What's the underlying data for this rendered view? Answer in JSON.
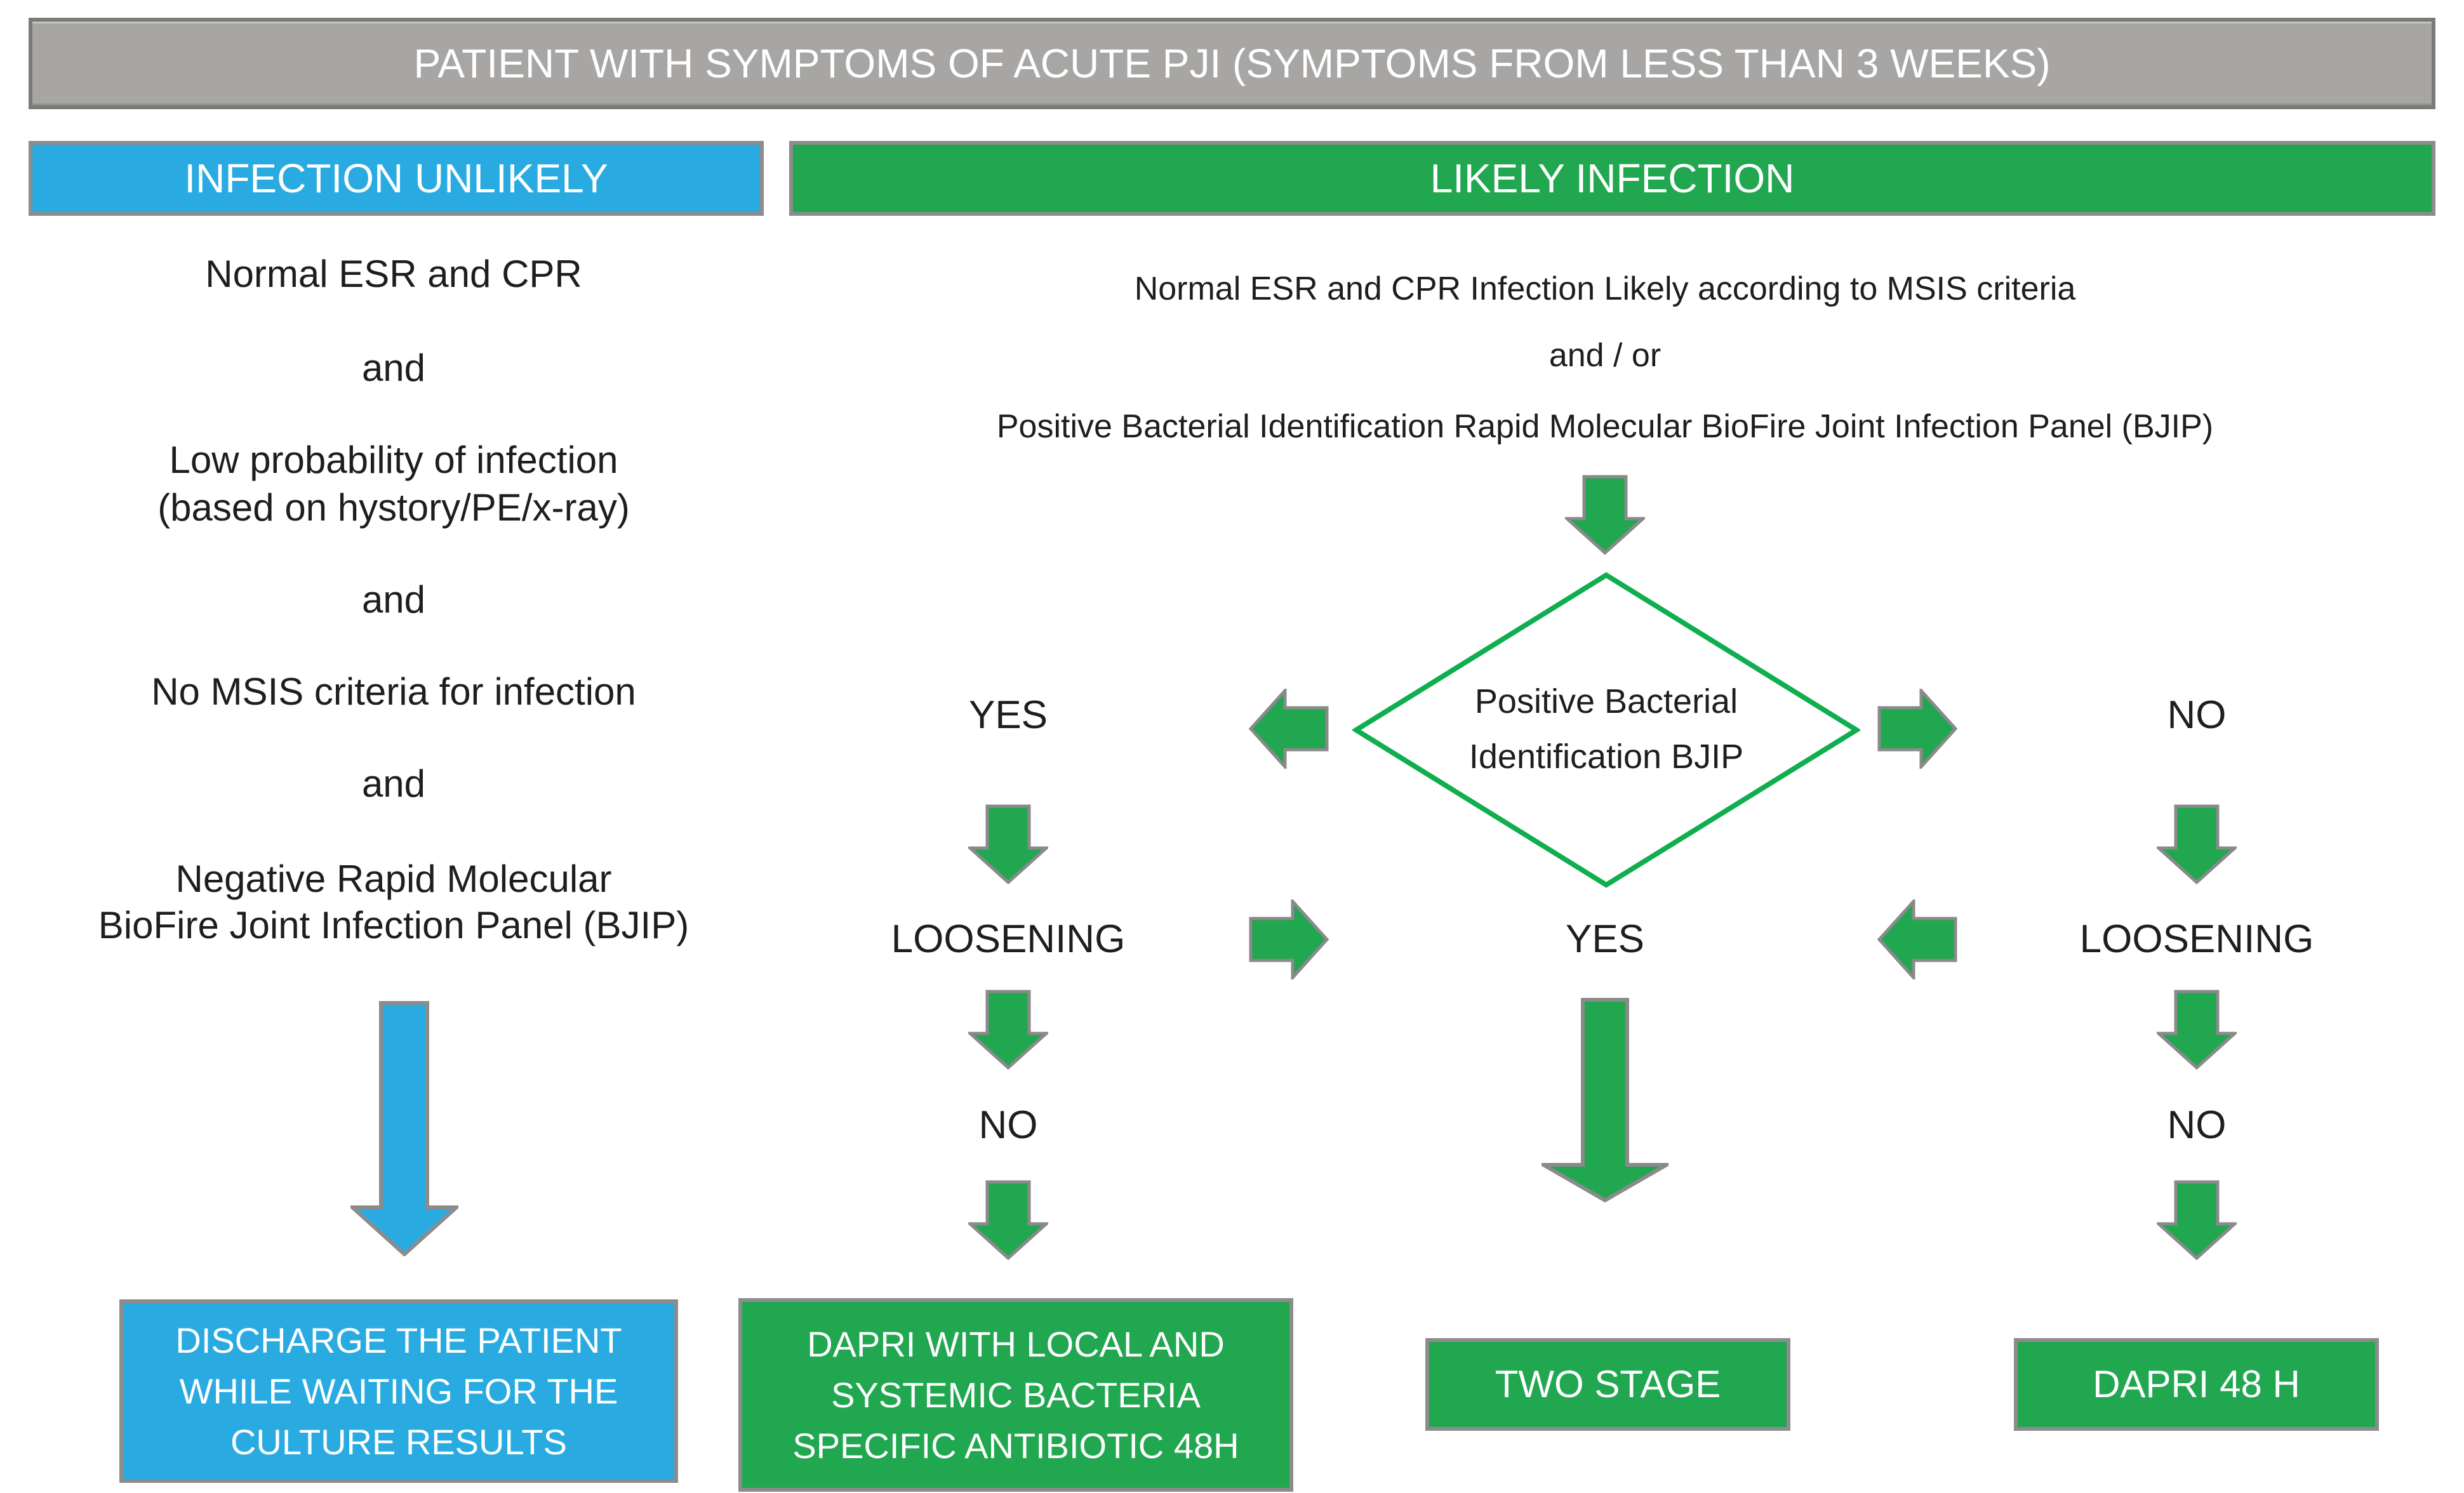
{
  "header": {
    "title": "PATIENT WITH SYMPTOMS OF ACUTE PJI (SYMPTOMS FROM LESS THAN 3 WEEKS)"
  },
  "colors": {
    "banner_gray": "#a8a6a4",
    "blue": "#29abe2",
    "green": "#21a750",
    "diamond_green": "#0fae4e",
    "border_gray": "#8c8c8c"
  },
  "branches": {
    "unlikely": {
      "label": "INFECTION UNLIKELY",
      "lines": [
        "Normal ESR and CPR",
        "and",
        "Low probability of infection",
        "(based on hystory/PE/x-ray)",
        "and",
        "No MSIS criteria for infection",
        "and",
        "Negative Rapid Molecular",
        "BioFire Joint Infection Panel (BJIP)"
      ],
      "outcome_lines": [
        "DISCHARGE THE PATIENT",
        "WHILE WAITING FOR THE",
        "CULTURE RESULTS"
      ]
    },
    "likely": {
      "label": "LIKELY INFECTION",
      "lines": [
        "Normal ESR and CPR Infection Likely according to MSIS criteria",
        "and / or",
        "Positive Bacterial Identification Rapid Molecular  BioFire Joint Infection Panel (BJIP)"
      ],
      "decision": {
        "line1": "Positive Bacterial",
        "line2": "Identification BJIP"
      },
      "labels": {
        "yes": "YES",
        "no": "NO",
        "loosening": "LOOSENING"
      },
      "outcomes": {
        "dapri_local_lines": [
          "DAPRI WITH LOCAL AND",
          "SYSTEMIC BACTERIA",
          "SPECIFIC ANTIBIOTIC 48H"
        ],
        "two_stage": "TWO STAGE",
        "dapri_48h": "DAPRI 48 H"
      }
    }
  }
}
